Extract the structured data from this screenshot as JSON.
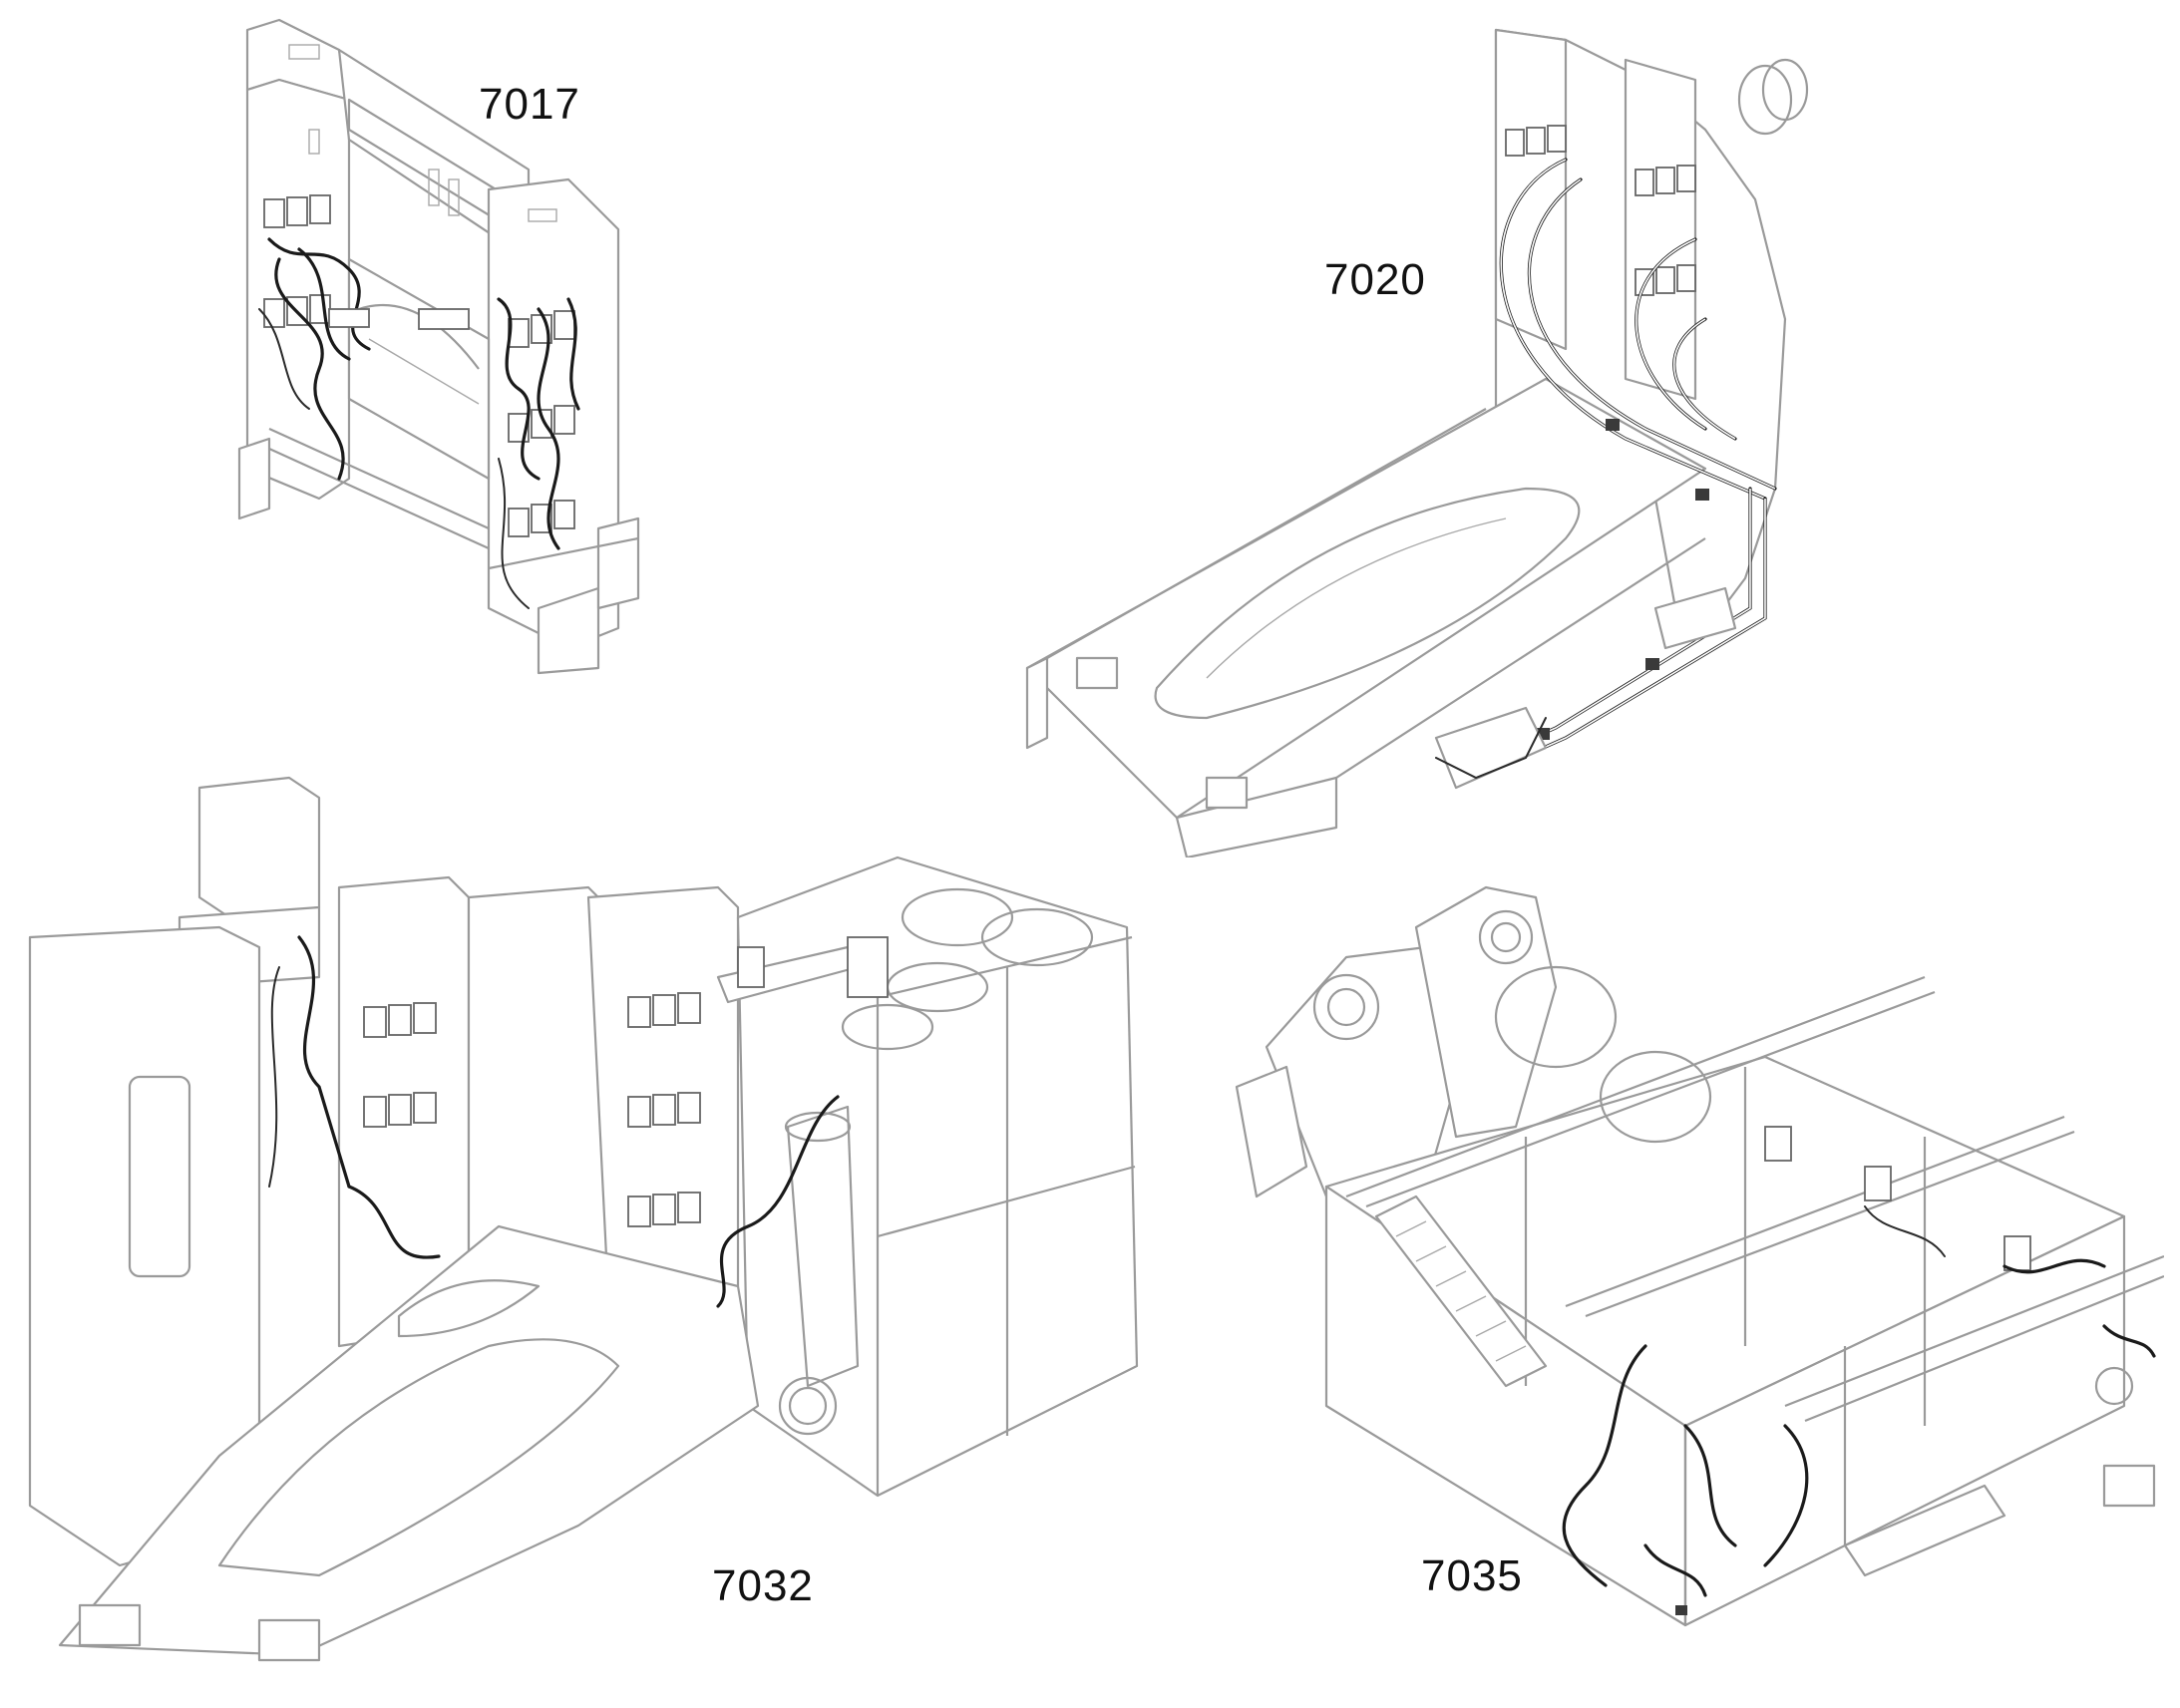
{
  "drawings": [
    {
      "id": "7017",
      "label": "7017"
    },
    {
      "id": "7020",
      "label": "7020"
    },
    {
      "id": "7032",
      "label": "7032"
    },
    {
      "id": "7035",
      "label": "7035"
    }
  ],
  "colors": {
    "background": "#ffffff",
    "outline": "#9a9a9a",
    "hose": "#1a1a1a",
    "label": "#111111"
  }
}
